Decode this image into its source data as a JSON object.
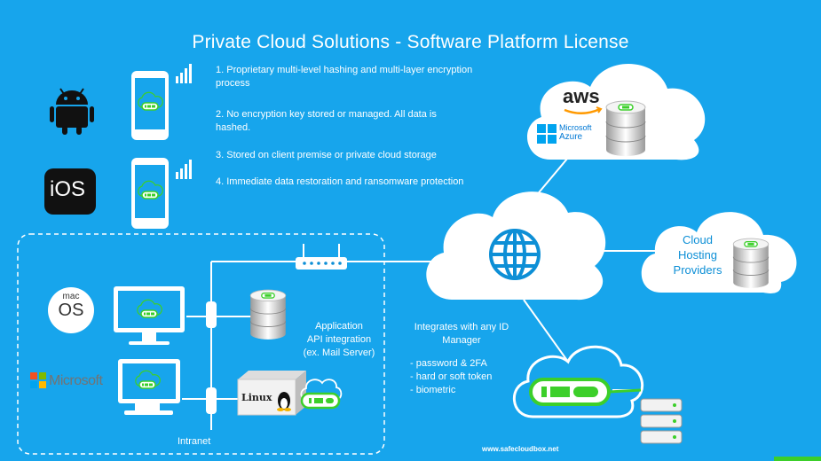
{
  "title": "Private Cloud Solutions - Software Platform License",
  "features": [
    "1.  Proprietary multi-level hashing and multi-layer encryption process",
    "2.  No encryption key stored or managed.  All data is hashed.",
    "3.  Stored on client premise or private cloud storage",
    "4.  Immediate data restoration and ransomware protection"
  ],
  "platforms": {
    "ios": "iOS",
    "macos_top": "mac",
    "macos_bottom": "OS",
    "microsoft": "Microsoft",
    "linux": "Linux"
  },
  "cloud_providers": {
    "aws": "aws",
    "azure_line1": "Microsoft",
    "azure_line2": "Azure"
  },
  "hosting_label": "Cloud\nHosting\nProviders",
  "app_label": "Application\nAPI integration\n(ex. Mail Server)",
  "id_manager": {
    "heading": "Integrates with any ID\nManager",
    "items": [
      "- password & 2FA",
      "- hard or soft token",
      "- biometric"
    ]
  },
  "intranet_label": "Intranet",
  "website": "www.safecloudbox.net",
  "colors": {
    "background": "#17a5ec",
    "accent_green": "#3ccf2a",
    "line": "#ffffff"
  }
}
